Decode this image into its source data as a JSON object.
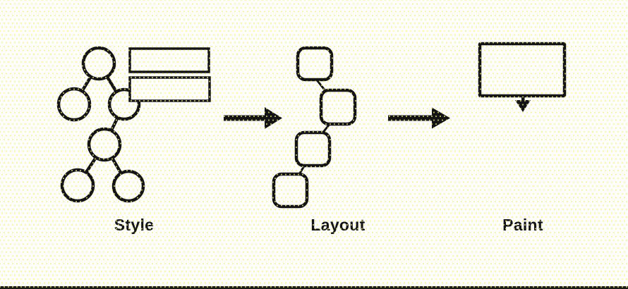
{
  "stages": [
    {
      "label": "Style",
      "icon": "dom-tree-with-style-rules-icon"
    },
    {
      "label": "Layout",
      "icon": "layout-tree-icon"
    },
    {
      "label": "Paint",
      "icon": "paint-box-icon"
    }
  ],
  "arrows": [
    {
      "from": "Style",
      "to": "Layout",
      "icon": "arrow-right-icon"
    },
    {
      "from": "Layout",
      "to": "Paint",
      "icon": "arrow-right-icon"
    }
  ],
  "colors": {
    "ink": "#141414",
    "background": "#fdfdfb",
    "dot_texture": "#f4ef85",
    "footer_bar": "#1b1b17"
  }
}
